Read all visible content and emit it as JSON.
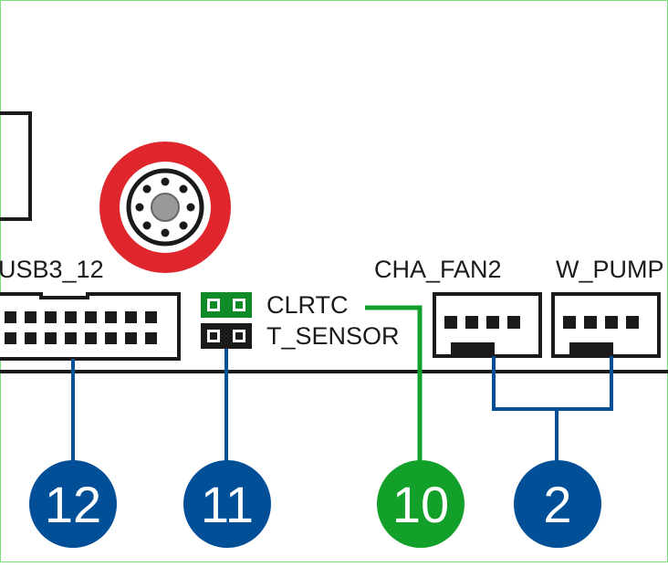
{
  "labels": {
    "usb": "USB3_12",
    "clrtc": "CLRTC",
    "t_sensor": "T_SENSOR",
    "cha_fan": "CHA_FAN2",
    "w_pump": "W_PUMP"
  },
  "callouts": {
    "usb": "12",
    "jumpers": "11",
    "clrtc": "10",
    "fans": "2"
  },
  "colors": {
    "callout_blue": "#004f97",
    "callout_green": "#12a02a",
    "jumper_green": "#118a28",
    "screw_red": "#e0262d",
    "line": "#1a1a1a",
    "frame": "#7ddc7d"
  }
}
